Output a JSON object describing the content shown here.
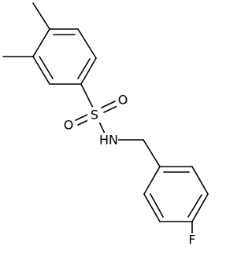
{
  "structure": {
    "atoms": {
      "sulfur": "S",
      "oxygen_top": "O",
      "oxygen_left": "O",
      "amine": "HN",
      "fluorine": "F"
    },
    "colors": {
      "bond": "#000000",
      "label": "#000000",
      "background": "#ffffff"
    }
  }
}
